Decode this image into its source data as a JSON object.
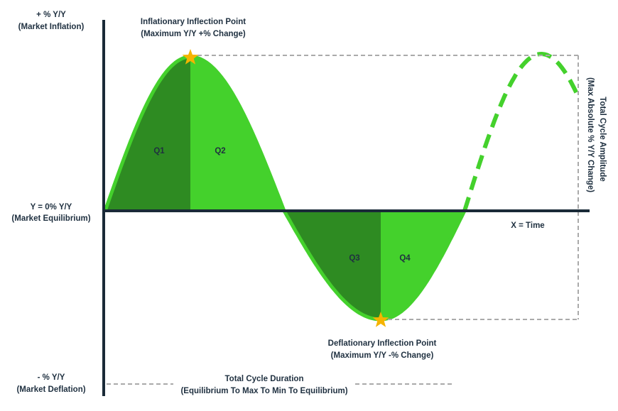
{
  "labels": {
    "y_top_line1": "+ %  Y/Y",
    "y_top_line2": "(Market Inflation)",
    "y_mid_line1": "Y = 0% Y/Y",
    "y_mid_line2": "(Market Equilibrium)",
    "y_bot_line1": "- %  Y/Y",
    "y_bot_line2": "(Market Deflation)",
    "x_axis": "X = Time",
    "peak_line1": "Inflationary Inflection Point",
    "peak_line2": "(Maximum Y/Y +% Change)",
    "trough_line1": "Deflationary Inflection Point",
    "trough_line2": "(Maximum Y/Y -% Change)",
    "duration_line1": "Total Cycle Duration",
    "duration_line2": "(Equilibrium To Max To Min To Equilibrium)",
    "amplitude_line1": "Total Cycle Amplitude",
    "amplitude_line2": "(Max Absolute % Y/Y Change)"
  },
  "quadrants": [
    "Q1",
    "Q2",
    "Q3",
    "Q4"
  ],
  "colors": {
    "axis": "#1a2a38",
    "dark_green": "#2e8b22",
    "light_green": "#44d12c",
    "curve": "#44d12c",
    "guide": "#aaaaaa",
    "star": "#f5b400"
  },
  "icons": {
    "peak_marker": "star-icon",
    "trough_marker": "star-icon"
  }
}
